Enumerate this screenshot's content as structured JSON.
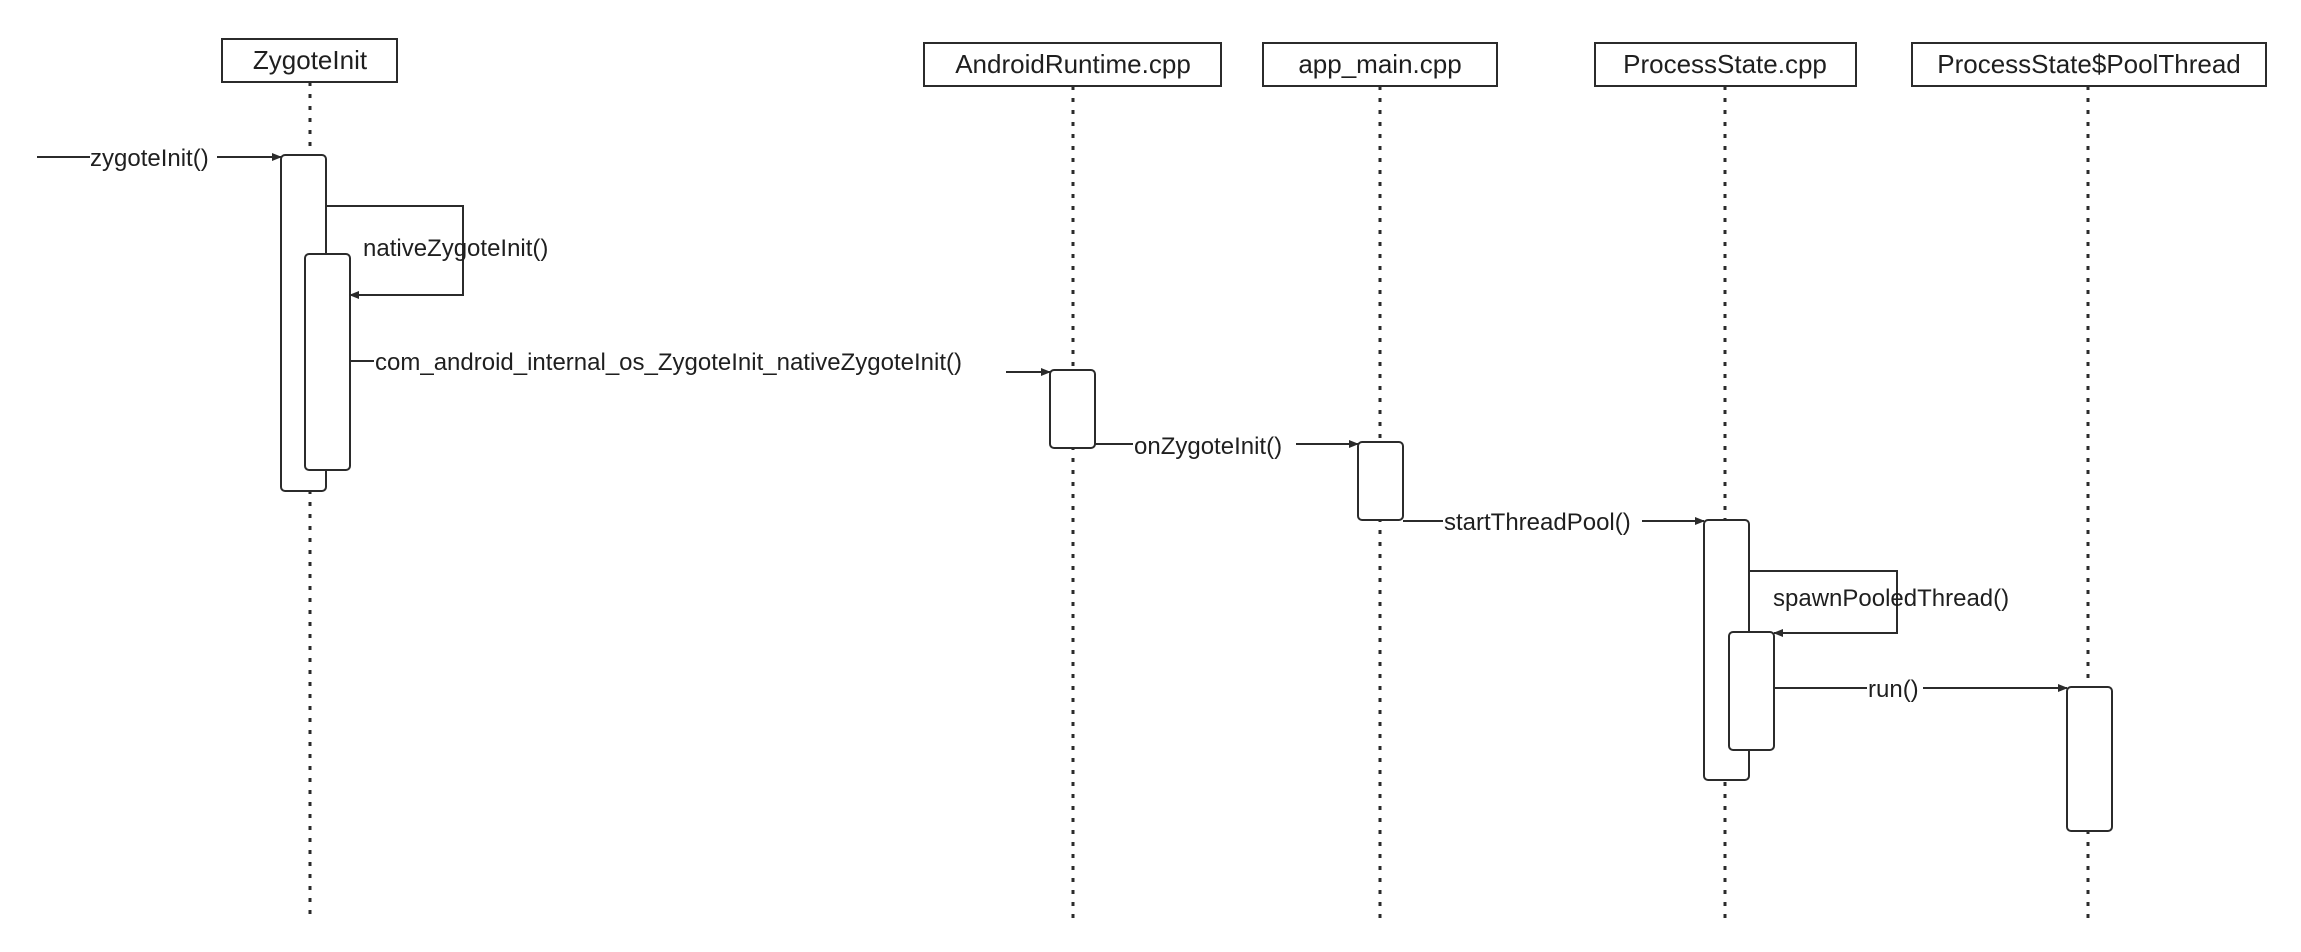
{
  "participants": [
    {
      "id": "zygote",
      "label": "ZygoteInit"
    },
    {
      "id": "runtime",
      "label": "AndroidRuntime.cpp"
    },
    {
      "id": "appmain",
      "label": "app_main.cpp"
    },
    {
      "id": "procstate",
      "label": "ProcessState.cpp"
    },
    {
      "id": "poolthread",
      "label": "ProcessState$PoolThread"
    }
  ],
  "messages": [
    {
      "id": "zygoteInit",
      "label": "zygoteInit()"
    },
    {
      "id": "nativeZygoteInit",
      "label": "nativeZygoteInit()"
    },
    {
      "id": "jniNativeZygoteInit",
      "label": "com_android_internal_os_ZygoteInit_nativeZygoteInit()"
    },
    {
      "id": "onZygoteInit",
      "label": "onZygoteInit()"
    },
    {
      "id": "startThreadPool",
      "label": "startThreadPool()"
    },
    {
      "id": "spawnPooledThread",
      "label": "spawnPooledThread()"
    },
    {
      "id": "run",
      "label": "run()"
    }
  ],
  "colors": {
    "stroke": "#2b2b2b",
    "background": "#ffffff"
  }
}
